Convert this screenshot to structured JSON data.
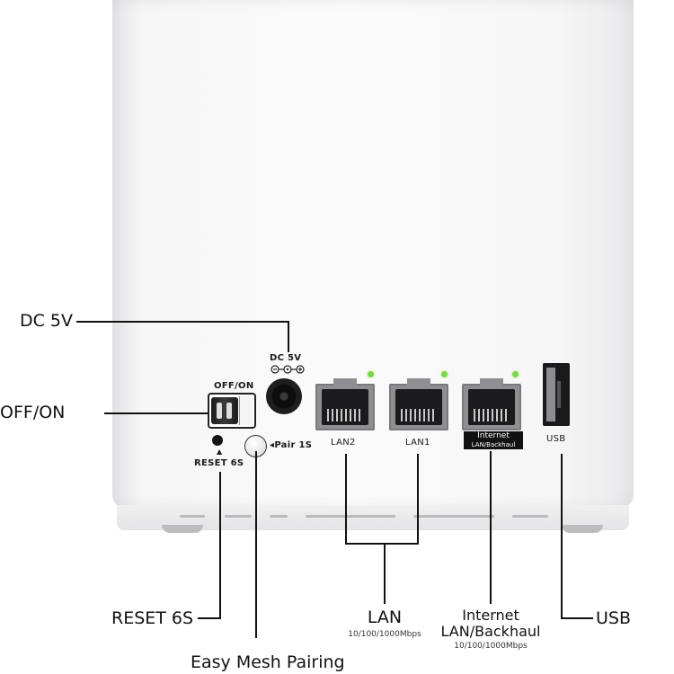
{
  "device": {
    "port_labels": {
      "dc": "DC 5V",
      "switch": "OFF/ON",
      "reset": "RESET 6S",
      "pair": "◂Pair 1S",
      "lan2": "LAN2",
      "lan1": "LAN1",
      "internet_title": "Internet",
      "internet_sub": "LAN/Backhaul",
      "usb": "USB"
    },
    "led_color": "#7cd64a"
  },
  "callouts": {
    "dc": "DC 5V",
    "off_on": "OFF/ON",
    "reset": "RESET 6S",
    "easy_mesh": "Easy Mesh Pairing",
    "lan_title": "LAN",
    "lan_speed": "10/100/1000Mbps",
    "internet_line1": "Internet",
    "internet_line2": "LAN/Backhaul",
    "internet_speed": "10/100/1000Mbps",
    "usb": "USB"
  },
  "icons": [
    "dc-polarity-icon",
    "arrow-up-icon",
    "arrow-left-icon"
  ]
}
